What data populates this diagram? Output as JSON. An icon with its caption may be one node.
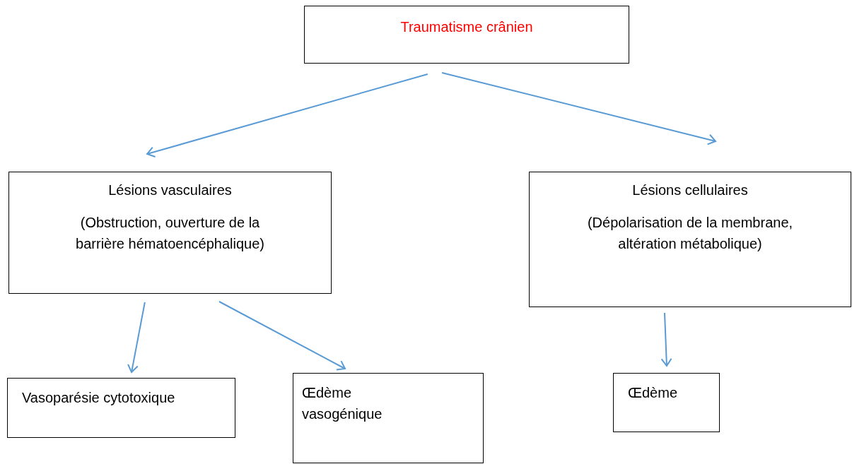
{
  "diagram": {
    "nodes": [
      {
        "text": [
          "Traumatisme crânien"
        ]
      },
      {
        "text": [
          "Lésions vasculaires",
          "(Obstruction, ouverture de la barrière hématoencéphalique)"
        ]
      },
      {
        "text": [
          "Lésions cellulaires",
          "(Dépolarisation de la membrane, altération métabolique)"
        ]
      },
      {
        "text": [
          "Vasoparésie cytotoxique"
        ]
      },
      {
        "text": [
          "Œdème vasogénique"
        ]
      },
      {
        "text": [
          "Œdème"
        ]
      }
    ],
    "edges": [
      {
        "from": 0,
        "to": 1,
        "arrow": "to"
      },
      {
        "from": 0,
        "to": 2,
        "arrow": "to"
      },
      {
        "from": 1,
        "to": 3,
        "arrow": "to"
      },
      {
        "from": 1,
        "to": 4,
        "arrow": "to"
      },
      {
        "from": 2,
        "to": 5,
        "arrow": "to"
      }
    ]
  }
}
